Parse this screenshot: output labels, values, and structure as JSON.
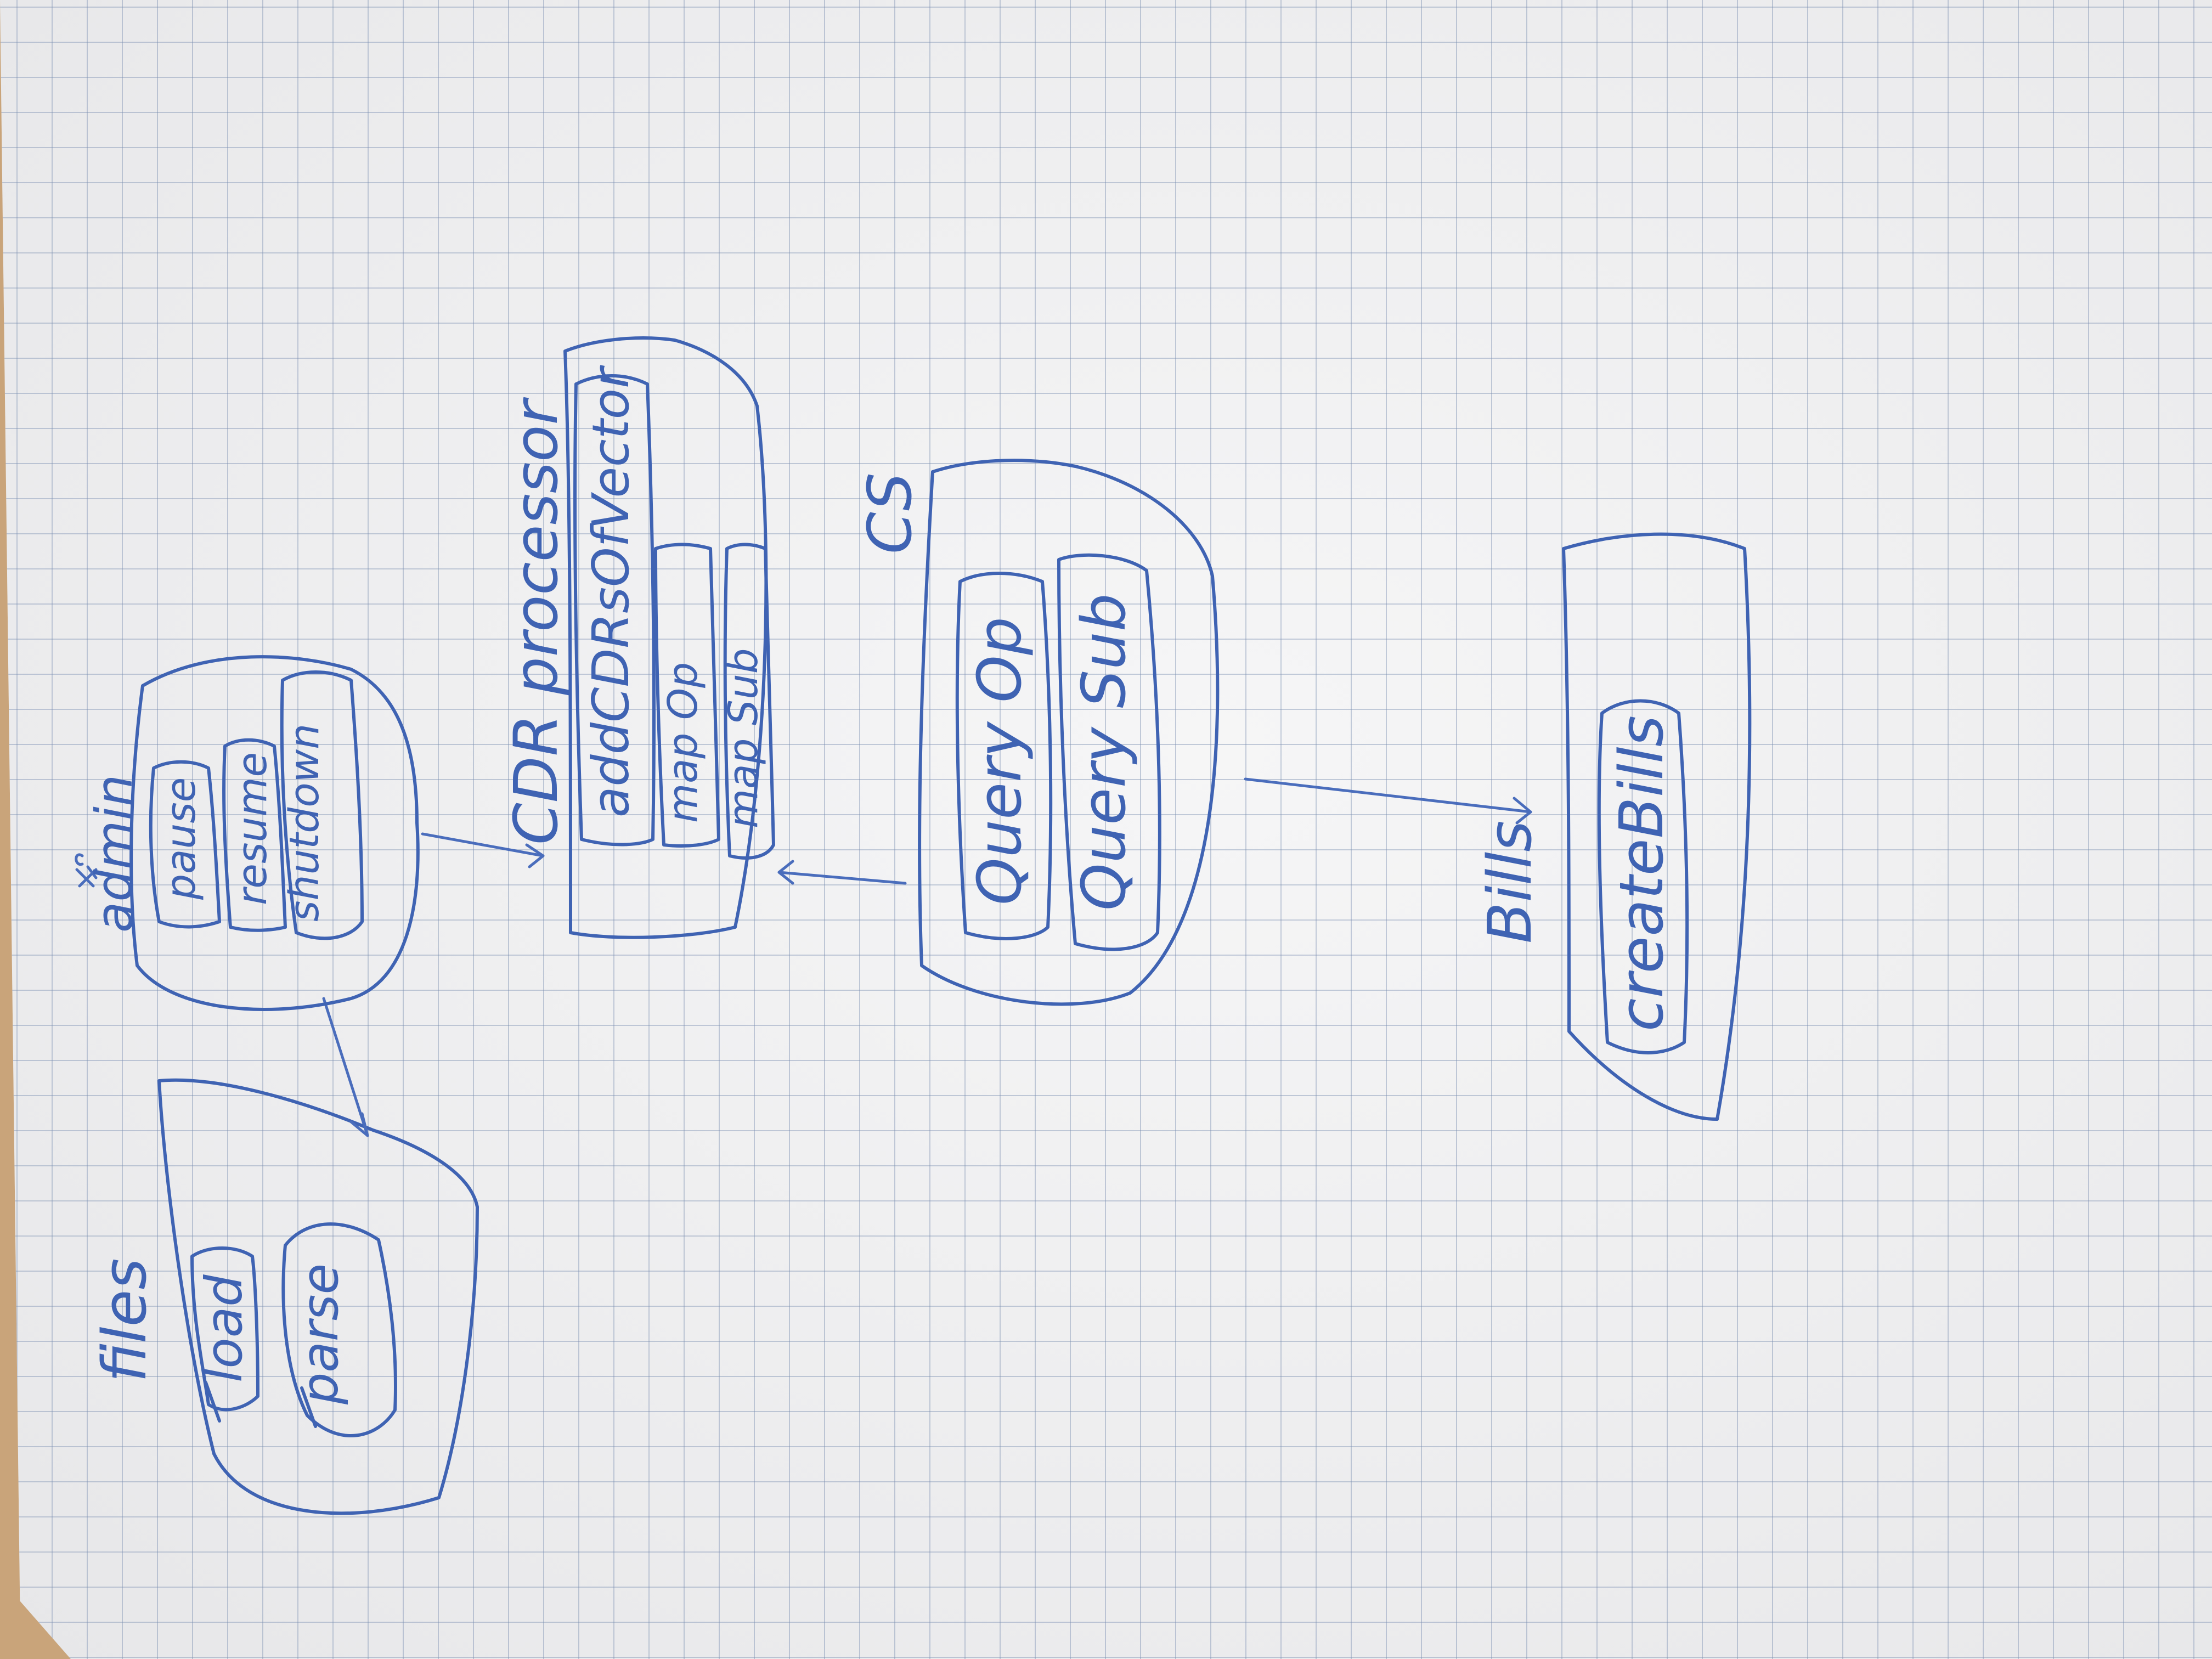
{
  "files": {
    "title": "files",
    "buttons": [
      "load",
      "parse"
    ]
  },
  "admin": {
    "title": "admin",
    "buttons": [
      "pause",
      "resume",
      "shutdown"
    ]
  },
  "cdr": {
    "title": "CDR processor",
    "items": [
      "addCDRsOfVector",
      "map Op",
      "map Sub"
    ]
  },
  "cs": {
    "title": "CS",
    "items": [
      "Query Op",
      "Query Sub"
    ]
  },
  "bills": {
    "title": "Bills",
    "items": [
      "createBills"
    ]
  },
  "colors": {
    "ink": "#3f63b3",
    "paper": "#f1f1f2",
    "grid": "#8a9bc0",
    "table": "#c9a47a"
  }
}
